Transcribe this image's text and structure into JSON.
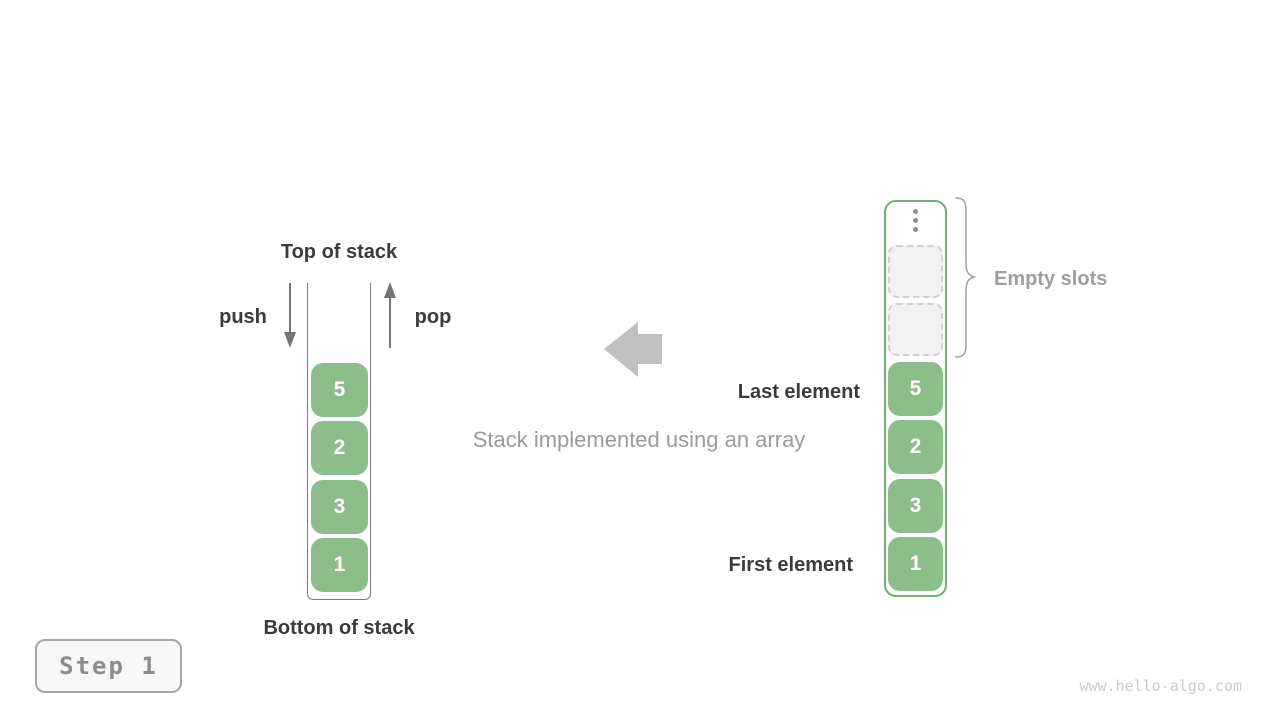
{
  "colors": {
    "element_green": "#8CBE8C",
    "array_border_green": "#6FB06F",
    "dark_text": "#3B3B3B",
    "gray_text": "#9B9B9B",
    "arrow_gray": "#757575",
    "block_arrow_gray": "#C0C0C0",
    "empty_slot_fill": "#F2F2F2",
    "empty_slot_border": "#D0D0D0"
  },
  "left_stack": {
    "top_label": "Top of stack",
    "push_label": "push",
    "pop_label": "pop",
    "bottom_label": "Bottom of stack",
    "elements": [
      "5",
      "2",
      "3",
      "1"
    ]
  },
  "center": {
    "caption": "Stack implemented using an array",
    "direction_arrow_icon": "arrow-left"
  },
  "array_stack": {
    "ellipsis_icon": "vertical-ellipsis",
    "empty_slot_count": 2,
    "empty_slots_label": "Empty slots",
    "brace_icon": "curly-brace-right",
    "last_element_label": "Last element",
    "first_element_label": "First element",
    "elements": [
      "5",
      "2",
      "3",
      "1"
    ]
  },
  "footer": {
    "step_label": "Step 1",
    "watermark": "www.hello-algo.com"
  }
}
